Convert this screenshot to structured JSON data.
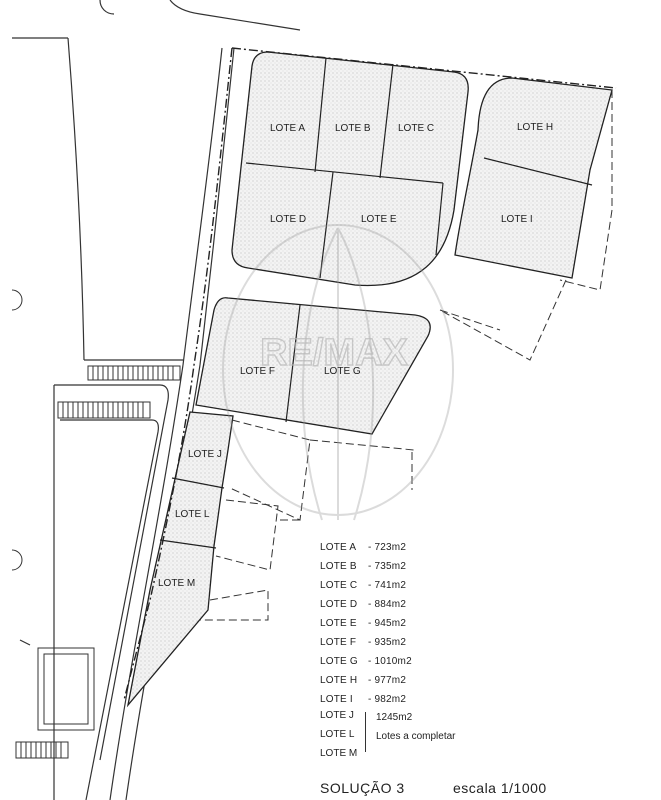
{
  "lots": {
    "A": "LOTE A",
    "B": "LOTE B",
    "C": "LOTE C",
    "D": "LOTE D",
    "E": "LOTE E",
    "F": "LOTE F",
    "G": "LOTE G",
    "H": "LOTE H",
    "I": "LOTE I",
    "J": "LOTE J",
    "L": "LOTE L",
    "M": "LOTE M"
  },
  "watermark": "RE/MAX",
  "legend": [
    {
      "name": "LOTE A",
      "area": "- 723m2"
    },
    {
      "name": "LOTE B",
      "area": "- 735m2"
    },
    {
      "name": "LOTE C",
      "area": "- 741m2"
    },
    {
      "name": "LOTE D",
      "area": "- 884m2"
    },
    {
      "name": "LOTE E",
      "area": "- 945m2"
    },
    {
      "name": "LOTE F",
      "area": "- 935m2"
    },
    {
      "name": "LOTE G",
      "area": "- 1010m2"
    },
    {
      "name": "LOTE H",
      "area": "- 977m2"
    },
    {
      "name": "LOTE I",
      "area": "- 982m2"
    }
  ],
  "pending": {
    "lots": [
      "LOTE J",
      "LOTE L",
      "LOTE M"
    ],
    "area": "1245m2",
    "note": "Lotes a completar"
  },
  "footer": {
    "title": "SOLUÇÃO 3",
    "scale": "escala 1/1000"
  }
}
